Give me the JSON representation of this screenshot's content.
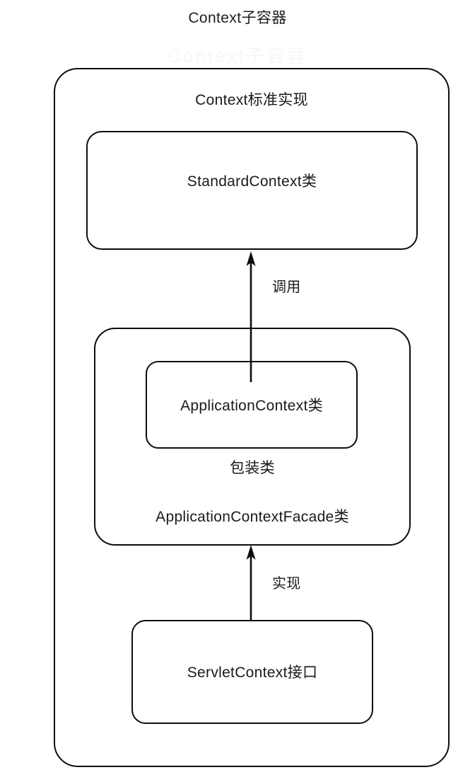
{
  "page": {
    "title": "Context子容器",
    "watermark": "Context子容器"
  },
  "diagram": {
    "type": "nested-block-diagram",
    "nodes": [
      {
        "id": "outer-container",
        "label": "Context标准实现",
        "shape": "rounded-rectangle",
        "label_position": "top"
      },
      {
        "id": "standard-context-box",
        "label": "StandardContext类",
        "shape": "rounded-rectangle",
        "label_position": "center"
      },
      {
        "id": "facade-container",
        "label": "ApplicationContextFacade类",
        "wrapper_label": "包装类",
        "shape": "rounded-rectangle",
        "label_position": "bottom"
      },
      {
        "id": "application-context-box",
        "label": "ApplicationContext类",
        "shape": "rounded-rectangle",
        "label_position": "center"
      },
      {
        "id": "servlet-context-box",
        "label": "ServletContext接口",
        "shape": "rounded-rectangle",
        "label_position": "center"
      }
    ],
    "edges": [
      {
        "id": "edge-call",
        "label": "调用",
        "from": "application-context-box",
        "to": "standard-context-box",
        "direction": "up",
        "arrow": "filled-triangle"
      },
      {
        "id": "edge-implement",
        "label": "实现",
        "from": "servlet-context-box",
        "to": "facade-container",
        "direction": "up",
        "arrow": "filled-triangle"
      }
    ],
    "colors": {
      "stroke": "#0d0d0d",
      "background": "#ffffff",
      "text": "#1a1a1a"
    }
  }
}
